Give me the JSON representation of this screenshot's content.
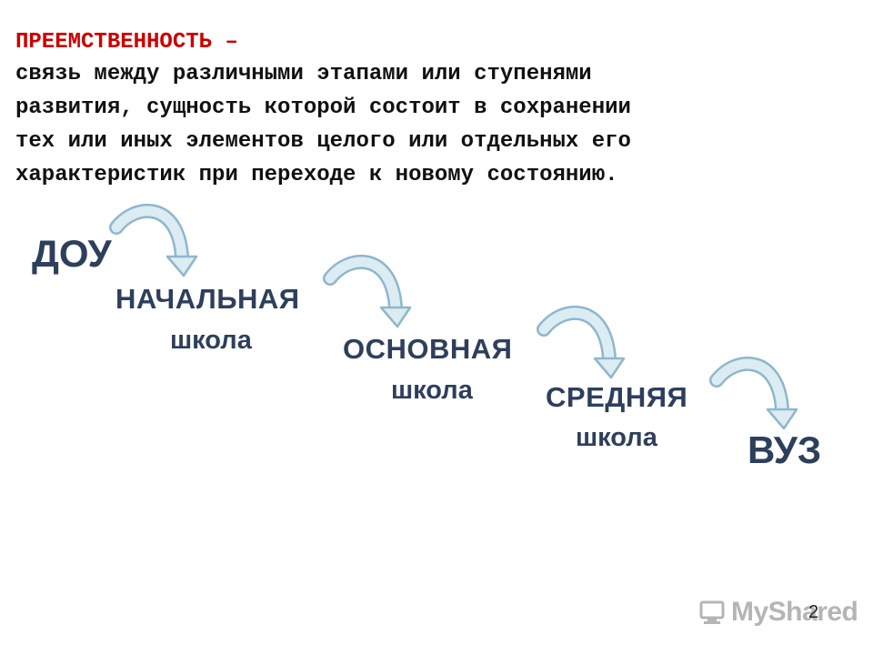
{
  "definition": {
    "term": "ПРЕЕМСТВЕННОСТЬ –",
    "lines": [
      "связь между различными этапами или ступенями",
      "развития, сущность которой состоит в сохранении",
      "тех или иных элементов целого или отдельных его",
      "характеристик при переходе к новому состоянию."
    ]
  },
  "stages": {
    "dou": "ДОУ",
    "primary": {
      "name": "НАЧАЛЬНАЯ",
      "sub": "школа"
    },
    "basic": {
      "name": "ОСНОВНАЯ",
      "sub": "школа"
    },
    "secondary": {
      "name": "СРЕДНЯЯ",
      "sub": "школа"
    },
    "university": "ВУЗ"
  },
  "colors": {
    "term": "#cc0000",
    "stage_text": "#2e3f5c",
    "arrow_stroke": "#8fb7cc",
    "arrow_fill": "#dcecf3"
  },
  "watermark": {
    "text": "MyShared",
    "icon": "myshared-logo-icon"
  },
  "page_number": "2"
}
